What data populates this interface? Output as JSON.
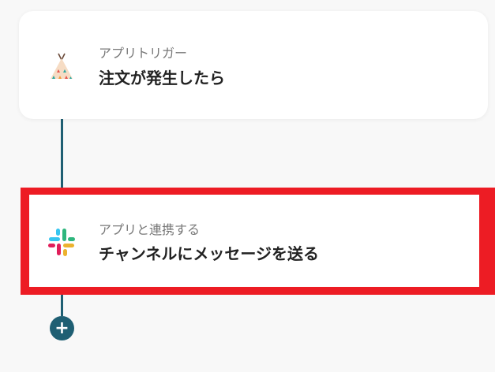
{
  "flow": {
    "steps": [
      {
        "subtitle": "アプリトリガー",
        "title": "注文が発生したら",
        "icon": "tipi-tent-icon"
      },
      {
        "subtitle": "アプリと連携する",
        "title": "チャンネルにメッセージを送る",
        "icon": "slack-icon",
        "highlighted": true
      }
    ],
    "add_button_label": "+"
  },
  "colors": {
    "connector": "#1f5f73",
    "highlight": "#ed1c24",
    "card_background": "#ffffff",
    "page_background": "#f8f8f8"
  }
}
